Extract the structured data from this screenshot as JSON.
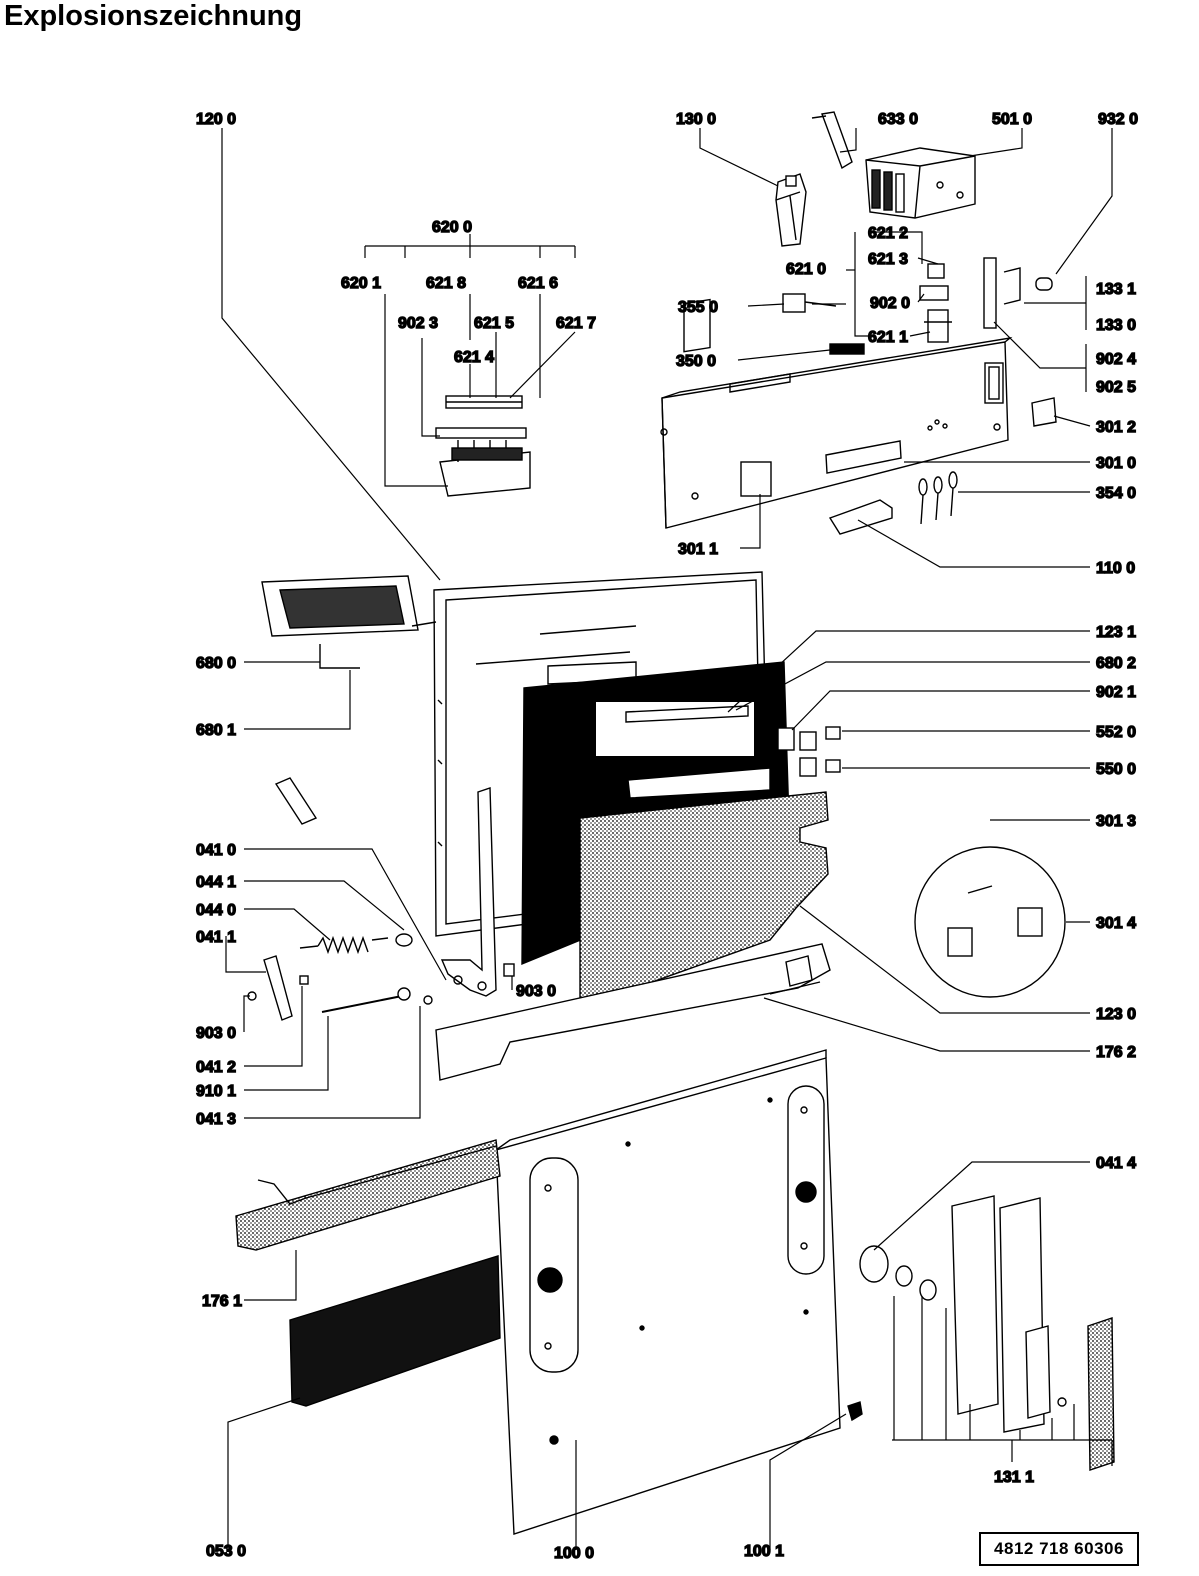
{
  "title": "Explosionszeichnung",
  "drawing_number": "4812 718 60306",
  "labels": {
    "l1200": "120 0",
    "l1300": "130 0",
    "l6330": "633 0",
    "l5010": "501 0",
    "l9320": "932 0",
    "l6200": "620 0",
    "l6201": "620 1",
    "l6218": "621 8",
    "l6216": "621 6",
    "l9023": "902 3",
    "l6215": "621 5",
    "l6217": "621 7",
    "l6214": "621 4",
    "l6212": "621 2",
    "l6213": "621 3",
    "l6210": "621 0",
    "l9020": "902 0",
    "l6211": "621 1",
    "l3550": "355 0",
    "l3500": "350 0",
    "l1331": "133 1",
    "l1330": "133 0",
    "l9024": "902 4",
    "l9025": "902 5",
    "l3012": "301 2",
    "l3010": "301 0",
    "l3540": "354 0",
    "l3011": "301 1",
    "l1100": "110 0",
    "l6800": "680 0",
    "l6801": "680 1",
    "l1231": "123 1",
    "l6802": "680 2",
    "l9021": "902 1",
    "l5520": "552 0",
    "l5500": "550 0",
    "l3013": "301 3",
    "l3014": "301 4",
    "l1230": "123 0",
    "l1762": "176 2",
    "l0410": "041 0",
    "l0441": "044 1",
    "l0440": "044 0",
    "l0411": "041 1",
    "l9030a": "903 0",
    "l9030b": "903 0",
    "l0412": "041 2",
    "l9101": "910 1",
    "l0413": "041 3",
    "l0414": "041 4",
    "l1761": "176 1",
    "l1311": "131 1",
    "l0530": "053 0",
    "l1000": "100 0",
    "l1001": "100 1"
  }
}
